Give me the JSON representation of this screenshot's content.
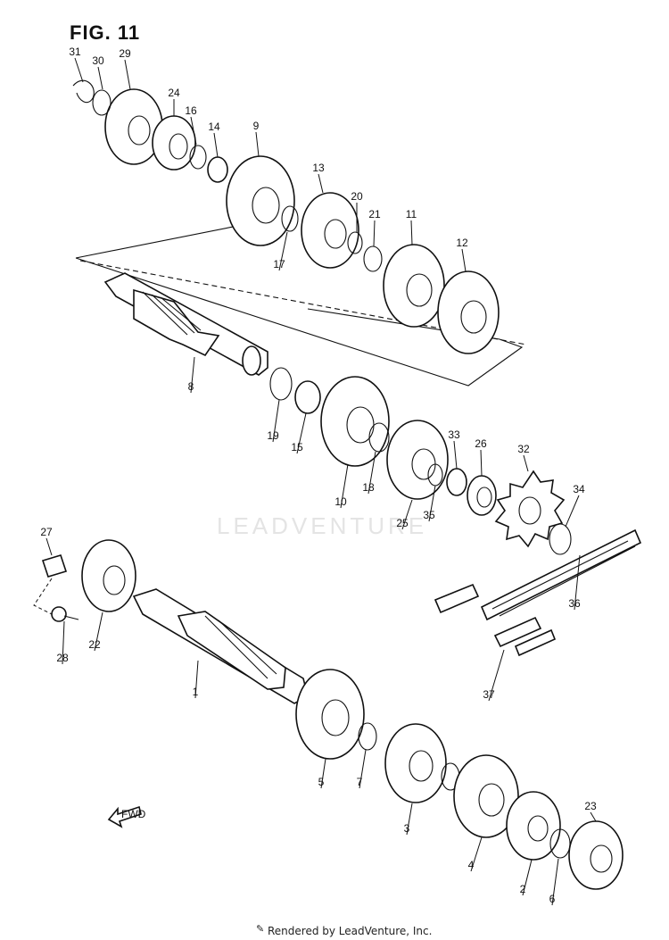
{
  "figure": {
    "title": "FIG. 11",
    "watermark": "LEADVENTURE",
    "footer": "Rendered by LeadVenture, Inc.",
    "fwd_label": "FWD"
  },
  "parts": [
    {
      "callout": "1",
      "icon": "shaft"
    },
    {
      "callout": "2",
      "icon": "gear"
    },
    {
      "callout": "3",
      "icon": "gear"
    },
    {
      "callout": "4",
      "icon": "gear"
    },
    {
      "callout": "5",
      "icon": "gear"
    },
    {
      "callout": "6",
      "icon": "washer"
    },
    {
      "callout": "7",
      "icon": "circlip"
    },
    {
      "callout": "8",
      "icon": "shaft"
    },
    {
      "callout": "9",
      "icon": "gear"
    },
    {
      "callout": "10",
      "icon": "gear"
    },
    {
      "callout": "11",
      "icon": "gear"
    },
    {
      "callout": "12",
      "icon": "gear"
    },
    {
      "callout": "13",
      "icon": "gear"
    },
    {
      "callout": "14",
      "icon": "bushing"
    },
    {
      "callout": "15",
      "icon": "bushing"
    },
    {
      "callout": "16",
      "icon": "washer"
    },
    {
      "callout": "17",
      "icon": "washer"
    },
    {
      "callout": "18",
      "icon": "washer"
    },
    {
      "callout": "19",
      "icon": "washer"
    },
    {
      "callout": "20",
      "icon": "circlip"
    },
    {
      "callout": "21",
      "icon": "washer"
    },
    {
      "callout": "22",
      "icon": "bearing"
    },
    {
      "callout": "23",
      "icon": "bearing"
    },
    {
      "callout": "24",
      "icon": "bearing"
    },
    {
      "callout": "25",
      "icon": "bearing"
    },
    {
      "callout": "26",
      "icon": "oil-seal"
    },
    {
      "callout": "27",
      "icon": "retainer"
    },
    {
      "callout": "28",
      "icon": "screw"
    },
    {
      "callout": "29",
      "icon": "gear"
    },
    {
      "callout": "30",
      "icon": "washer"
    },
    {
      "callout": "31",
      "icon": "circlip"
    },
    {
      "callout": "32",
      "icon": "sprocket"
    },
    {
      "callout": "33",
      "icon": "spacer"
    },
    {
      "callout": "34",
      "icon": "o-ring"
    },
    {
      "callout": "35",
      "icon": "o-ring"
    },
    {
      "callout": "36",
      "icon": "chain"
    },
    {
      "callout": "37",
      "icon": "chain-joint"
    }
  ]
}
